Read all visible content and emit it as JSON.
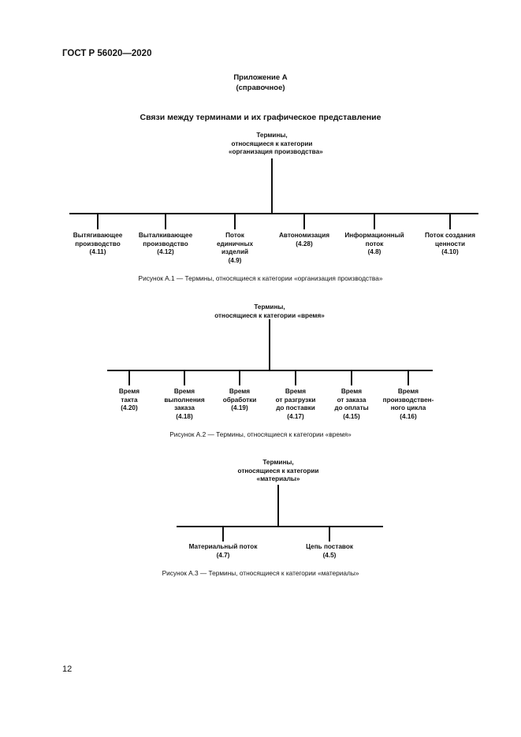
{
  "header": {
    "standard": "ГОСТ Р 56020—2020"
  },
  "appendix": {
    "title": "Приложение А",
    "subtitle": "(справочное)"
  },
  "section_title": "Связи между терминами и их графическое представление",
  "figures": [
    {
      "root": [
        "Термины,",
        "относящиеся к категории",
        "«организация производства»"
      ],
      "leaves": [
        [
          "Вытягивающее",
          "производство",
          "(4.11)"
        ],
        [
          "Выталкивающее",
          "производство",
          "(4.12)"
        ],
        [
          "Поток",
          "единичных",
          "изделий",
          "(4.9)"
        ],
        [
          "Автономизация",
          "(4.28)"
        ],
        [
          "Информационный",
          "поток",
          "(4.8)"
        ],
        [
          "Поток создания",
          "ценности",
          "(4.10)"
        ]
      ],
      "caption": "Рисунок А.1 — Термины, относящиеся к категории «организация производства»"
    },
    {
      "root": [
        "Термины,",
        "относящиеся к категории «время»"
      ],
      "leaves": [
        [
          "Время",
          "такта",
          "(4.20)"
        ],
        [
          "Время",
          "выполнения",
          "заказа",
          "(4.18)"
        ],
        [
          "Время",
          "обработки",
          "(4.19)"
        ],
        [
          "Время",
          "от разгрузки",
          "до поставки",
          "(4.17)"
        ],
        [
          "Время",
          "от заказа",
          "до оплаты",
          "(4.15)"
        ],
        [
          "Время",
          "производствен-",
          "ного цикла",
          "(4.16)"
        ]
      ],
      "caption": "Рисунок А.2 — Термины, относящиеся к категории «время»"
    },
    {
      "root": [
        "Термины,",
        "относящиеся к категории",
        "«материалы»"
      ],
      "leaves": [
        [
          "Материальный поток",
          "(4.7)"
        ],
        [
          "Цепь поставок",
          "(4.5)"
        ]
      ],
      "caption": "Рисунок А.3 — Термины, относящиеся к категории «материалы»"
    }
  ],
  "page_number": "12"
}
